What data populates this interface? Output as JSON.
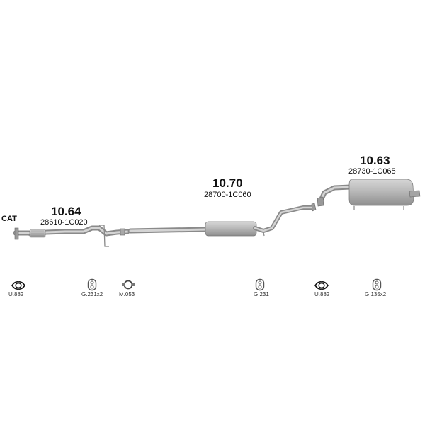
{
  "cat_label": "CAT",
  "parts": [
    {
      "number": "10.64",
      "oem": "28610-1C020"
    },
    {
      "number": "10.70",
      "oem": "28700-1C060"
    },
    {
      "number": "10.63",
      "oem": "28730-1C065"
    }
  ],
  "accessories": [
    {
      "code": "U.882",
      "icon": "flange-gasket-icon"
    },
    {
      "code": "G.231x2",
      "icon": "rubber-hanger-icon"
    },
    {
      "code": "M.053",
      "icon": "pipe-clamp-icon"
    },
    {
      "code": "G.231",
      "icon": "rubber-hanger-icon"
    },
    {
      "code": "U.882",
      "icon": "flange-gasket-icon"
    },
    {
      "code": "G 135x2",
      "icon": "rubber-hanger-icon"
    }
  ]
}
